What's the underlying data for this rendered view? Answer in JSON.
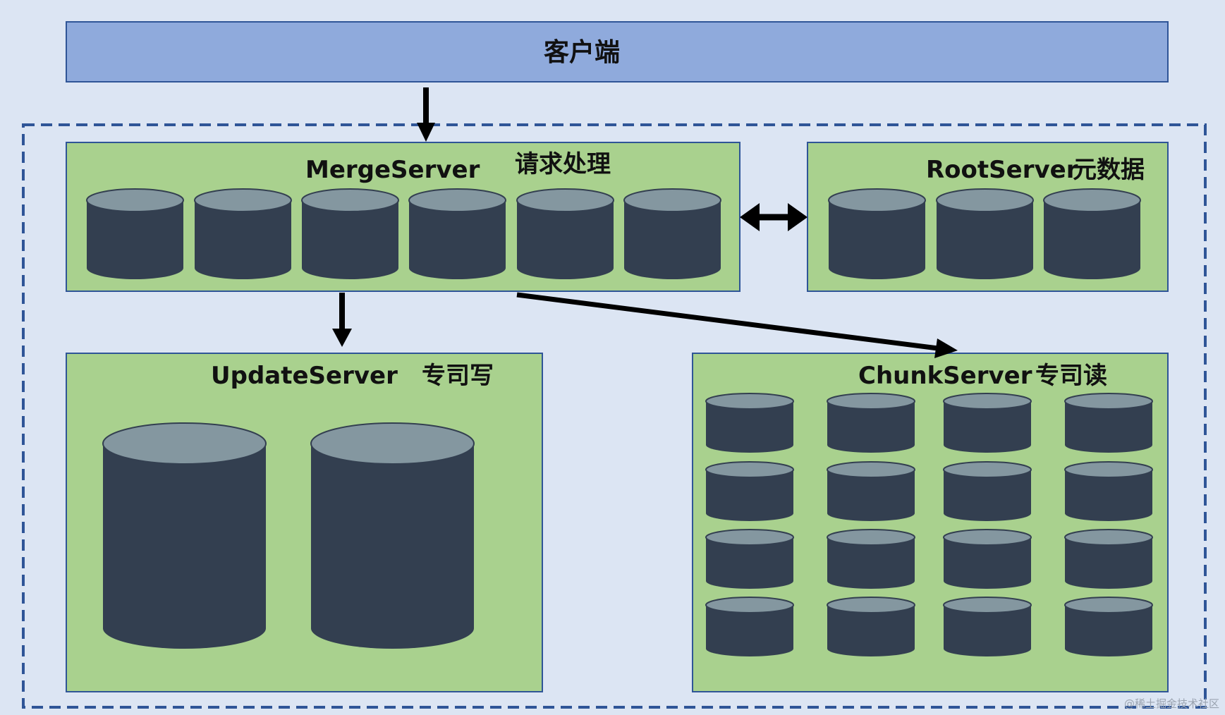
{
  "client": {
    "label": "客户端"
  },
  "merge_server": {
    "name": "MergeServer",
    "role": "请求处理"
  },
  "root_server": {
    "name": "RootServer",
    "role": "元数据"
  },
  "update_server": {
    "name": "UpdateServer",
    "role": "专司写"
  },
  "chunk_server": {
    "name": "ChunkServer",
    "role": "专司读"
  },
  "watermark": "@稀土掘金技术社区",
  "colors": {
    "background": "#dce5f3",
    "client_fill": "#8faadc",
    "server_fill": "#a9d18e",
    "border": "#2f5597",
    "cylinder_body": "#333f50",
    "cylinder_top": "#8497a0",
    "arrow": "#000000"
  }
}
